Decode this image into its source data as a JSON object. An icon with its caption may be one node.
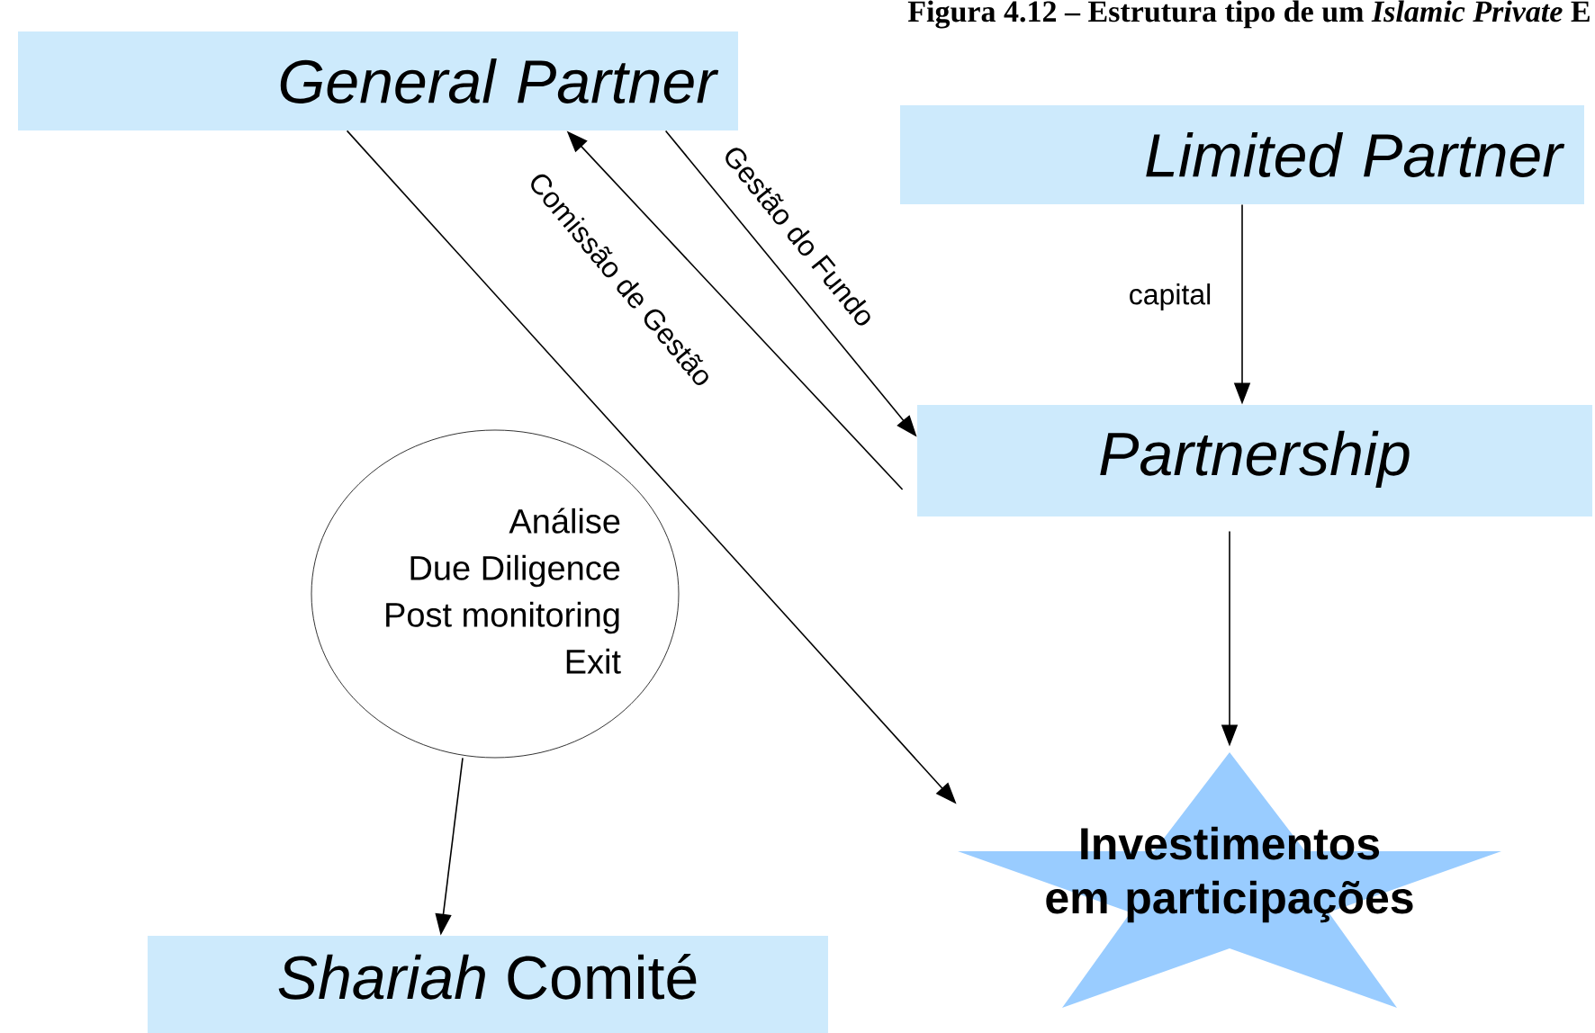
{
  "diagram": {
    "title": "Figura 4.12 – Estrutura tipo de um *Islamic Private* E",
    "nodes": [
      {
        "text": [
          "General Partner"
        ]
      },
      {
        "text": [
          "Limited Partner"
        ]
      },
      {
        "text": [
          "Partnership"
        ]
      },
      {
        "text": [
          "Análise",
          "Due Diligence",
          "Post monitoring",
          "Exit"
        ]
      },
      {
        "text": [
          "Investimentos em participações"
        ]
      },
      {
        "text": [
          "*Shariah* Comité"
        ]
      }
    ],
    "edges": [
      {
        "from": 0,
        "to": 2,
        "arrow": "to",
        "label": "Gestão do Fundo"
      },
      {
        "from": 2,
        "to": 0,
        "arrow": "to",
        "label": "Comissão de Gestão"
      },
      {
        "from": 0,
        "to": 4,
        "arrow": "to"
      },
      {
        "from": 1,
        "to": 2,
        "arrow": "to",
        "label": "capital"
      },
      {
        "from": 2,
        "to": 4,
        "arrow": "to"
      },
      {
        "from": 3,
        "to": 5,
        "arrow": "to"
      }
    ]
  }
}
